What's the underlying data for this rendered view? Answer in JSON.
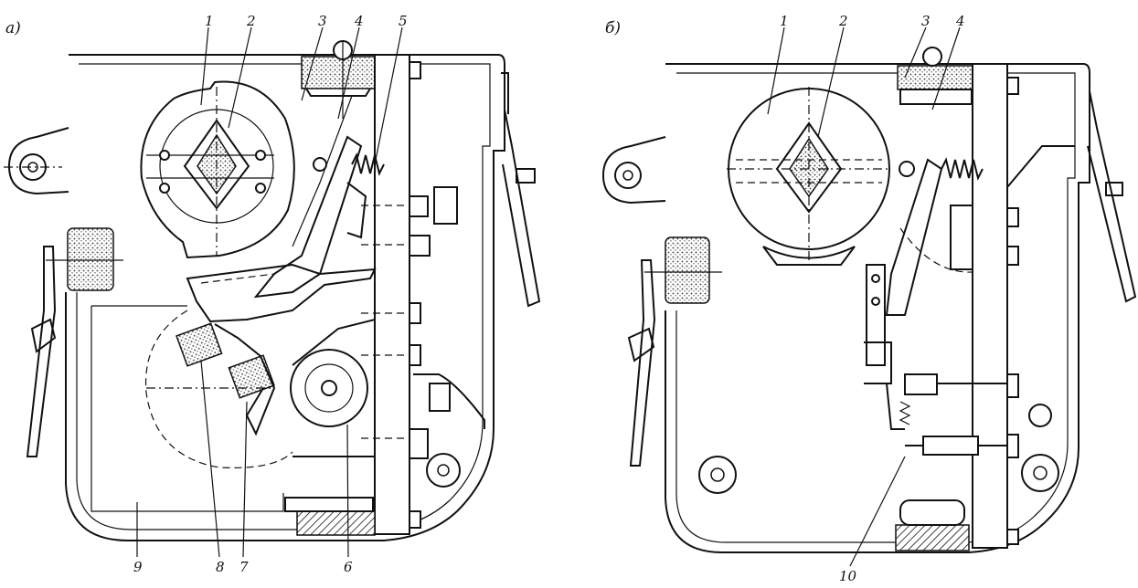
{
  "panels": [
    {
      "id": "a",
      "label": "а)",
      "callouts": [
        "1",
        "2",
        "3",
        "4",
        "5",
        "6",
        "7",
        "8",
        "9"
      ]
    },
    {
      "id": "b",
      "label": "б)",
      "callouts": [
        "1",
        "2",
        "3",
        "4",
        "10"
      ]
    }
  ],
  "colors": {
    "ink": "#111111",
    "paper": "#ffffff"
  }
}
